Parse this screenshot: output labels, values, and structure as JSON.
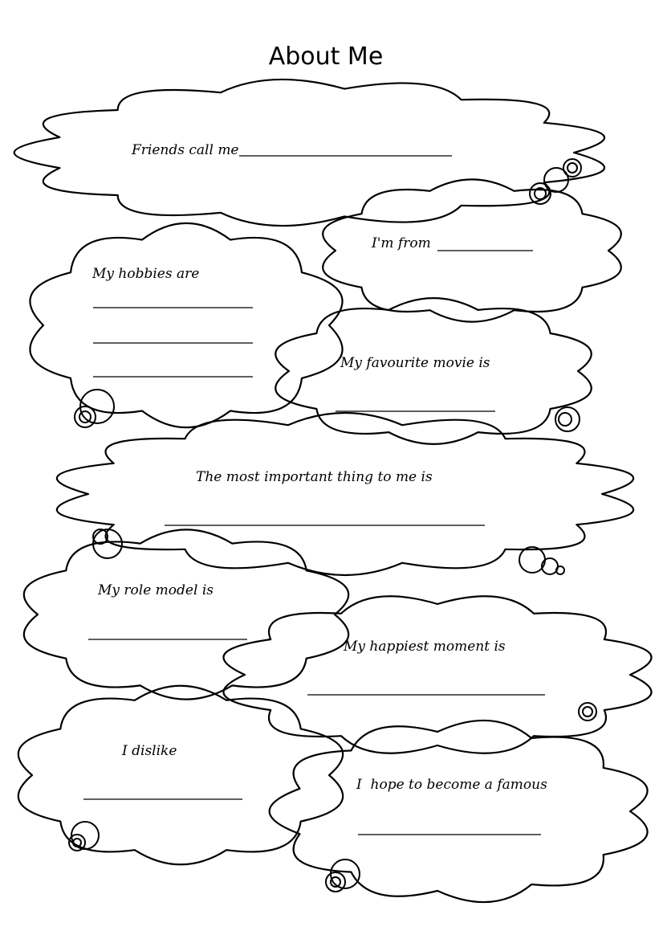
{
  "title": "About Me",
  "prompts": {
    "friends": "Friends call me",
    "from": "I'm from",
    "hobbies": "My hobbies are",
    "movie": "My favourite movie is",
    "important": "The most important thing to me is",
    "role_model": "My role model is",
    "happiest": "My happiest moment is",
    "dislike": "I dislike",
    "famous": "I  hope to become a famous"
  }
}
